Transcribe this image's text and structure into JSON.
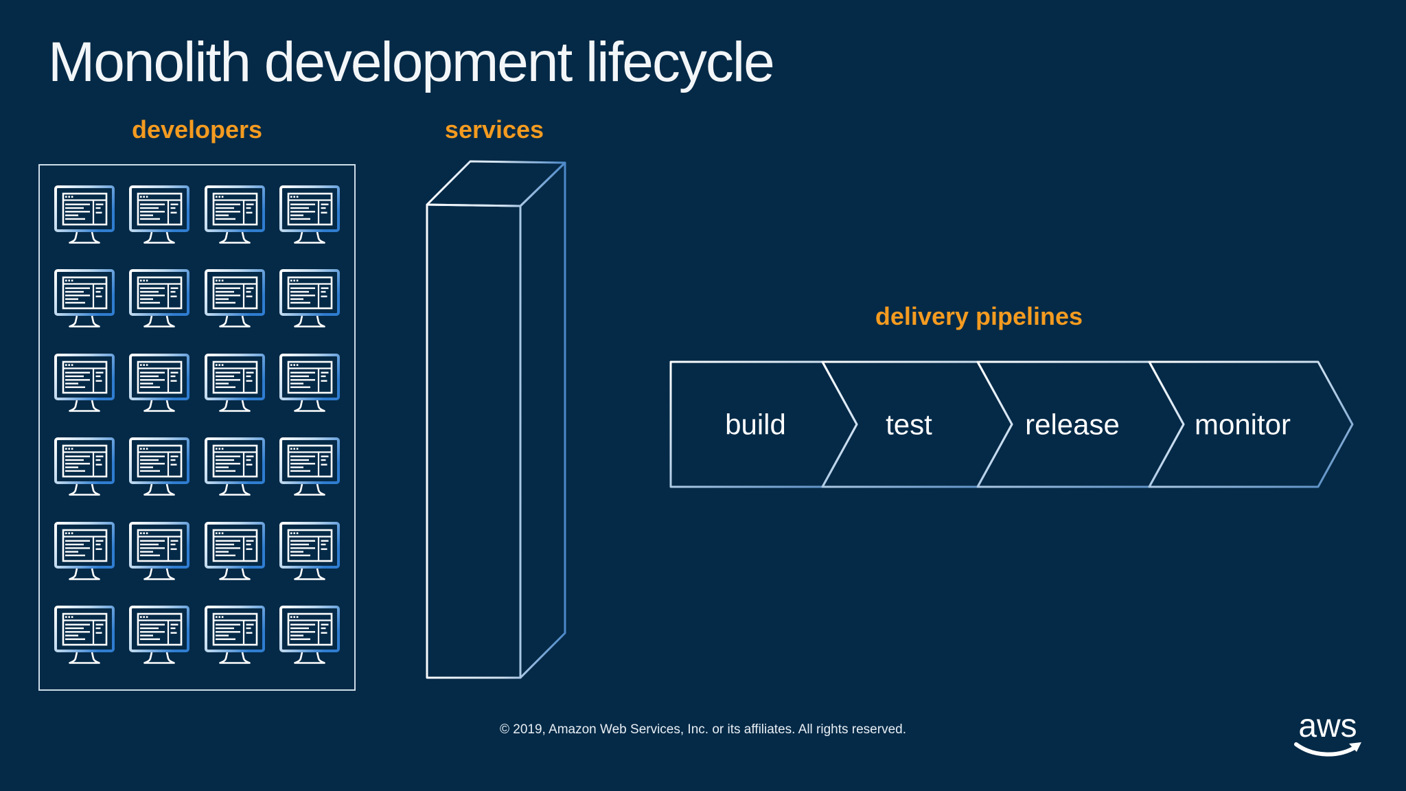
{
  "slide": {
    "title": "Monolith development lifecycle",
    "footer": "© 2019, Amazon Web Services, Inc. or its affiliates. All rights reserved.",
    "logo_text": "aws"
  },
  "colors": {
    "background": "#052A47",
    "accent_orange": "#F49B20",
    "text_white": "#FFFFFF",
    "icon_blue": "#2F7DD1",
    "outline_blue": "#4E86C0",
    "box_border": "#DFEDF7"
  },
  "developers": {
    "label": "developers",
    "icon": "developer-workstation-monitor-icon",
    "monitor_count": 24,
    "grid_rows": 6,
    "grid_cols": 4
  },
  "services": {
    "label": "services",
    "shape": "tall-monolith-block-outline"
  },
  "pipeline": {
    "label": "delivery pipelines",
    "stages": [
      {
        "label": "build"
      },
      {
        "label": "test"
      },
      {
        "label": "release"
      },
      {
        "label": "monitor"
      }
    ]
  }
}
